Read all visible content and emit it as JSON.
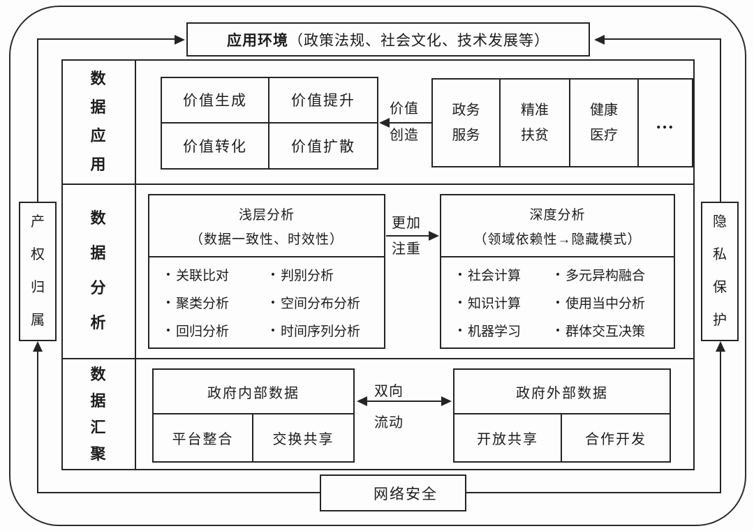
{
  "ui": {
    "bullet": "•"
  },
  "environment": {
    "title_bold": "应用环境",
    "title_rest": "（政策法规、社会文化、技术发展等）"
  },
  "side_labels": {
    "left": "产权归属",
    "right": "隐私保护",
    "bottom": "网络安全"
  },
  "data_application": {
    "row_label": "数据应用",
    "value_matrix": [
      "价值生成",
      "价值提升",
      "价值转化",
      "价值扩散"
    ],
    "connector": {
      "top": "价值",
      "bottom": "创造"
    },
    "services": [
      "政务服务",
      "精准扶贫",
      "健康医疗",
      "…"
    ]
  },
  "data_analysis": {
    "row_label": "数据分析",
    "shallow": {
      "title": "浅层分析",
      "subtitle": "（数据一致性、时效性）",
      "items": [
        [
          "关联比对",
          "判别分析"
        ],
        [
          "聚类分析",
          "空间分布分析"
        ],
        [
          "回归分析",
          "时间序列分析"
        ]
      ]
    },
    "connector": {
      "top": "更加",
      "bottom": "注重"
    },
    "deep": {
      "title": "深度分析",
      "subtitle": "（领域依赖性→隐藏模式）",
      "items": [
        [
          "社会计算",
          "多元异构融合"
        ],
        [
          "知识计算",
          "使用当中分析"
        ],
        [
          "机器学习",
          "群体交互决策"
        ]
      ]
    }
  },
  "data_aggregation": {
    "row_label": "数据汇聚",
    "internal": {
      "title": "政府内部数据",
      "cells": [
        "平台整合",
        "交换共享"
      ]
    },
    "connector": {
      "top": "双向",
      "bottom": "流动"
    },
    "external": {
      "title": "政府外部数据",
      "cells": [
        "开放共享",
        "合作开发"
      ]
    }
  },
  "colors": {
    "line": "#242424",
    "background": "#fdfdfd"
  }
}
